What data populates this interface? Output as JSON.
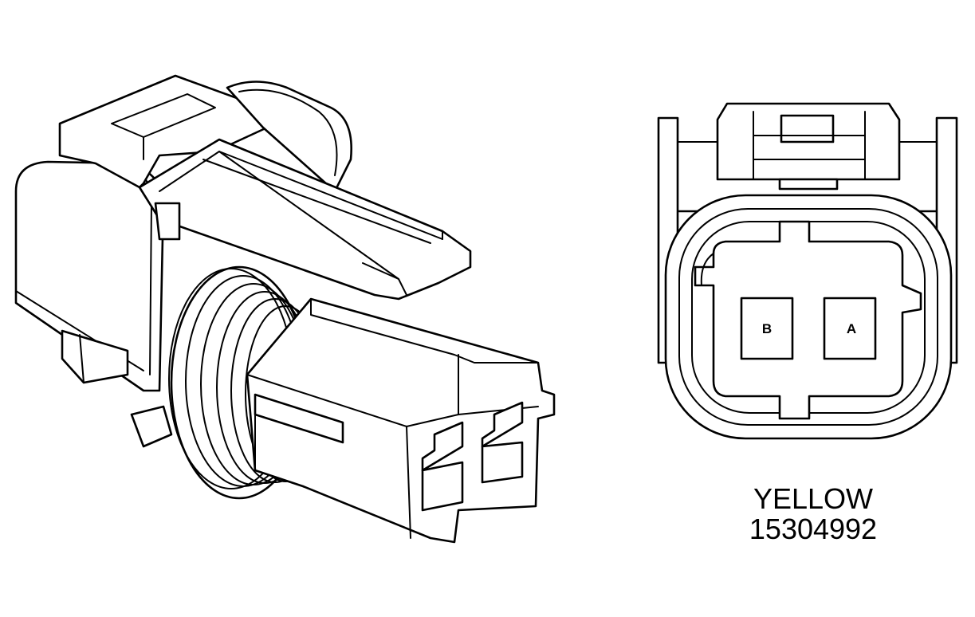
{
  "connector": {
    "color": "YELLOW",
    "part_number": "15304992",
    "terminals": [
      {
        "id": "B"
      },
      {
        "id": "A"
      }
    ]
  },
  "colors": {
    "line": "#000000",
    "fill": "#ffffff"
  }
}
